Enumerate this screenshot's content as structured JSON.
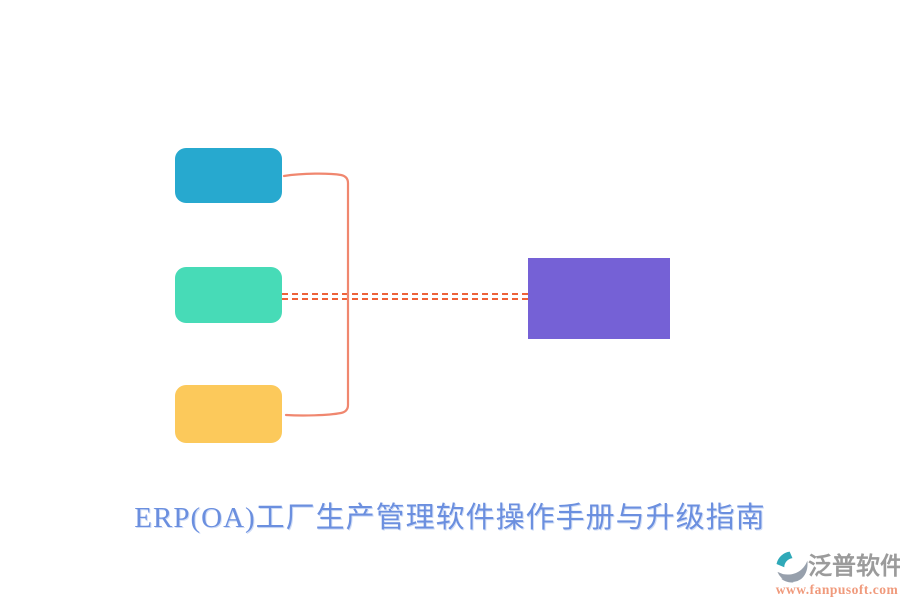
{
  "title": {
    "text": "ERP(OA)工厂生产管理软件操作手册与升级指南",
    "color": "#6b8fdf"
  },
  "diagram": {
    "nodes": [
      {
        "id": "branch-top",
        "label": "",
        "color": "#27a9cf"
      },
      {
        "id": "branch-middle",
        "label": "",
        "color": "#47dbb7"
      },
      {
        "id": "branch-bottom",
        "label": "",
        "color": "#fcc95b"
      },
      {
        "id": "result",
        "label": "",
        "color": "#7561d6"
      }
    ],
    "connectors": {
      "bracket_color": "#f0876f",
      "dashed_color": "#ee6239"
    }
  },
  "watermark": {
    "brand": "泛普软件",
    "brand_color": "#9b9b9b",
    "website": "www.fanpusoft.com",
    "website_color": "#f09a7c",
    "logo_teal": "#2fa9b8",
    "logo_gray": "#97a0ac"
  }
}
